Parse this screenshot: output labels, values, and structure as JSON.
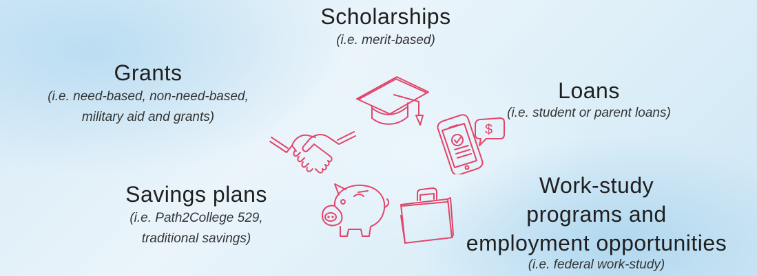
{
  "scholarships": {
    "title": "Scholarships",
    "subtitle": "(i.e. merit-based)"
  },
  "grants": {
    "title": "Grants",
    "subtitle_line1": "(i.e. need-based, non-need-based,",
    "subtitle_line2": "military aid and grants)"
  },
  "loans": {
    "title": "Loans",
    "subtitle": "(i.e. student or parent loans)"
  },
  "savings": {
    "title": "Savings plans",
    "subtitle_line1": "(i.e. Path2College 529,",
    "subtitle_line2": "traditional savings)"
  },
  "work": {
    "title_line1": "Work-study",
    "title_line2": "programs and",
    "title_line3": "employment opportunities",
    "subtitle": "(i.e. federal work-study)"
  },
  "icons": {
    "graduation_cap": "graduation-cap-icon",
    "handshake": "handshake-icon",
    "phone": "phone-payment-icon",
    "dollar_symbol": "$",
    "piggy_bank": "piggy-bank-icon",
    "briefcase": "briefcase-icon"
  },
  "colors": {
    "icon_stroke": "#e2456a",
    "text": "#1f1f1f",
    "background": "#dbeef8"
  }
}
